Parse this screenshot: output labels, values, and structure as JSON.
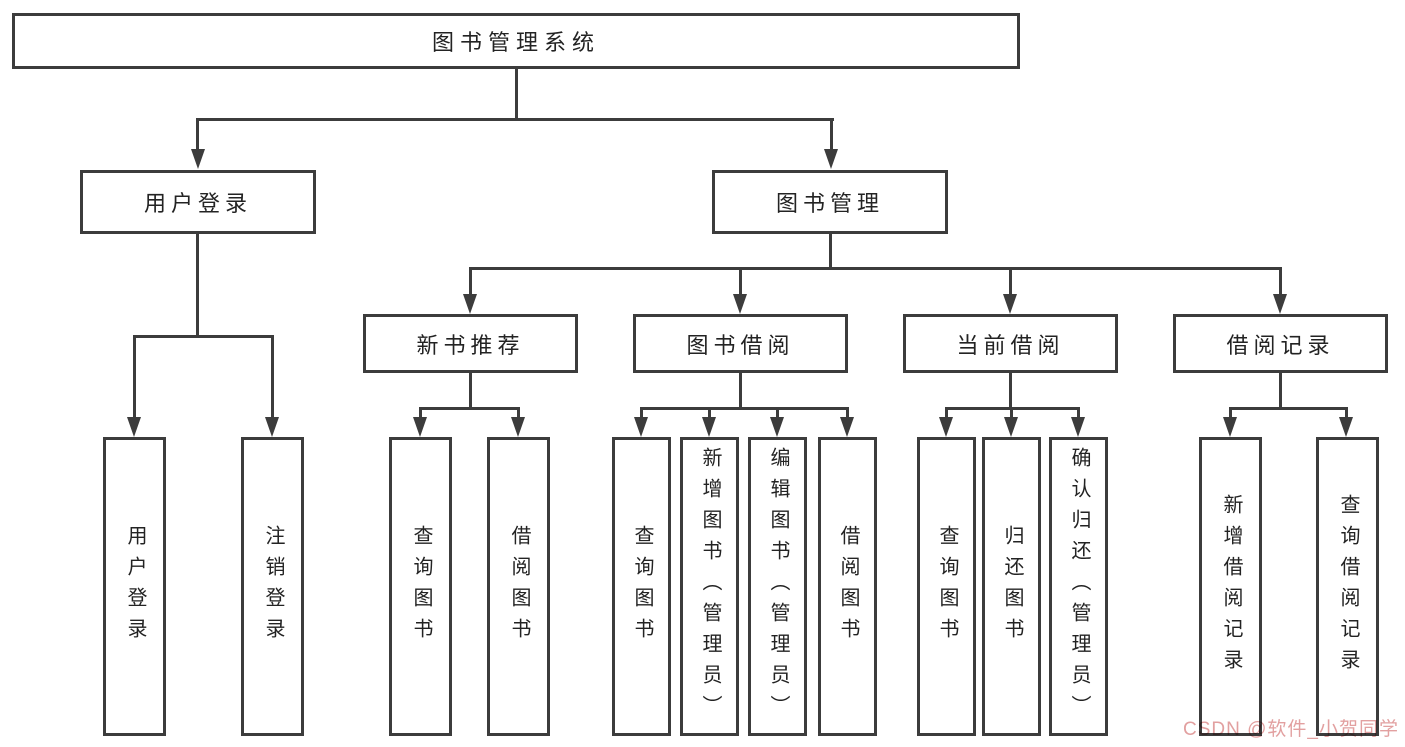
{
  "diagram_title": "图书管理系统",
  "colors": {
    "line": "#3c3c3c",
    "text": "#232323",
    "watermark_text": "#e2a0a0",
    "background": "#ffffff"
  },
  "tree": {
    "root": {
      "label": "图书管理系统",
      "children": [
        {
          "label": "用户登录",
          "children": [
            {
              "label": "用户登录"
            },
            {
              "label": "注销登录"
            }
          ]
        },
        {
          "label": "图书管理",
          "children": [
            {
              "label": "新书推荐",
              "children": [
                {
                  "label": "查询图书"
                },
                {
                  "label": "借阅图书"
                }
              ]
            },
            {
              "label": "图书借阅",
              "children": [
                {
                  "label": "查询图书"
                },
                {
                  "label": "新增图书（管理员）"
                },
                {
                  "label": "编辑图书（管理员）"
                },
                {
                  "label": "借阅图书"
                }
              ]
            },
            {
              "label": "当前借阅",
              "children": [
                {
                  "label": "查询图书"
                },
                {
                  "label": "归还图书"
                },
                {
                  "label": "确认归还（管理员）"
                }
              ]
            },
            {
              "label": "借阅记录",
              "children": [
                {
                  "label": "新增借阅记录"
                },
                {
                  "label": "查询借阅记录"
                }
              ]
            }
          ]
        }
      ]
    }
  },
  "watermark": {
    "text": "CSDN @软件_小贺同学"
  }
}
